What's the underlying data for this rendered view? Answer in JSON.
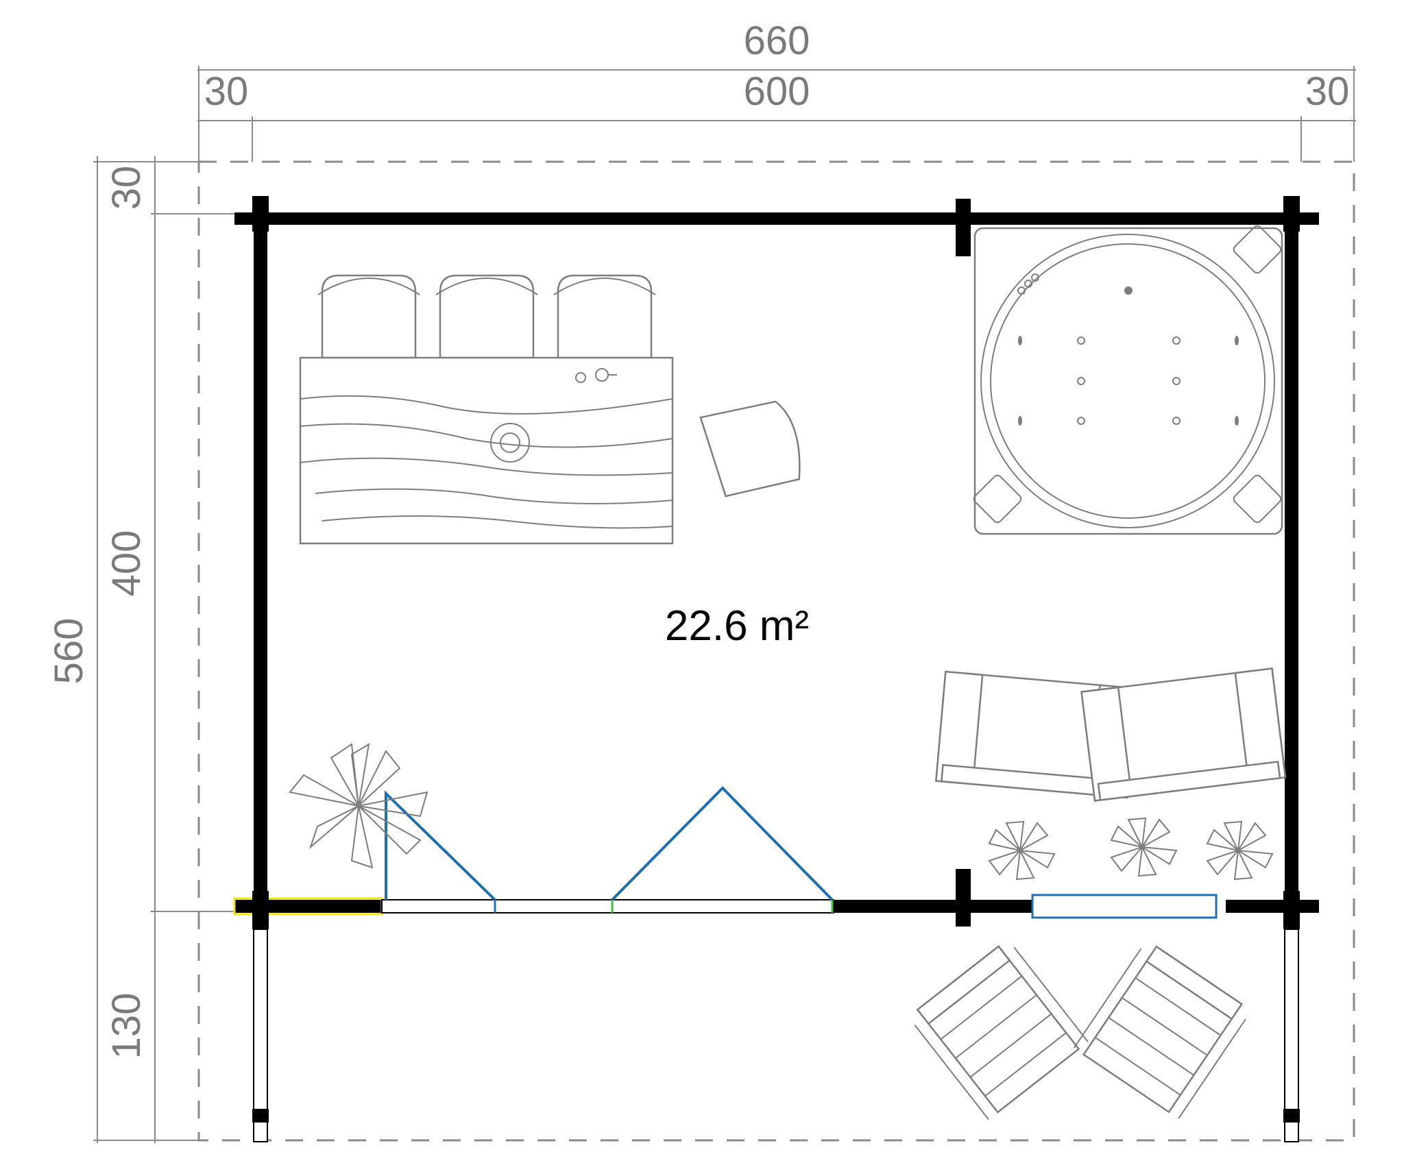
{
  "dimensions": {
    "overall_width": "660",
    "overhang_left": "30",
    "inner_width": "600",
    "overhang_right": "30",
    "overall_depth": "560",
    "overhang_top": "30",
    "inner_depth": "400",
    "terrace_depth": "130"
  },
  "area_label": "22.6 m²",
  "colors": {
    "wall": "#000000",
    "dimension": "#7a7a7a",
    "furniture": "#7d7d7d",
    "door": "#1e6fb0",
    "window_frame": "#1e6fb0",
    "wall_segment_highlight": "#f2e600",
    "hinge": "#3cc43c"
  },
  "icons": [
    "chair-icon",
    "desk-icon",
    "hot-tub-icon",
    "armchair-icon",
    "plant-icon",
    "deck-chair-icon",
    "door-swing-icon",
    "window-icon"
  ]
}
